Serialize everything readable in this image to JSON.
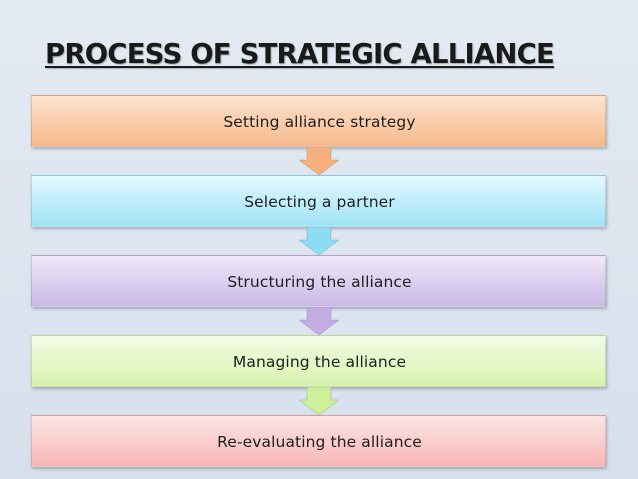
{
  "title": "PROCESS OF STRATEGIC ALLIANCE",
  "steps": [
    {
      "label": "Setting alliance strategy",
      "color_top": "#fde3cf",
      "color_bottom": "#f6b98c",
      "arrow_color": "#f7b07d"
    },
    {
      "label": "Selecting a partner",
      "color_top": "#e4f8fd",
      "color_bottom": "#9fe3f7",
      "arrow_color": "#8ddcf4"
    },
    {
      "label": "Structuring the alliance",
      "color_top": "#efe8f7",
      "color_bottom": "#cab9e7",
      "arrow_color": "#c2ade3"
    },
    {
      "label": "Managing the alliance",
      "color_top": "#f3fbe6",
      "color_bottom": "#d7f2ad",
      "arrow_color": "#cdf099"
    },
    {
      "label": "Re-evaluating the alliance",
      "color_top": "#fde6e6",
      "color_bottom": "#f7b6b6",
      "arrow_color": null
    }
  ]
}
